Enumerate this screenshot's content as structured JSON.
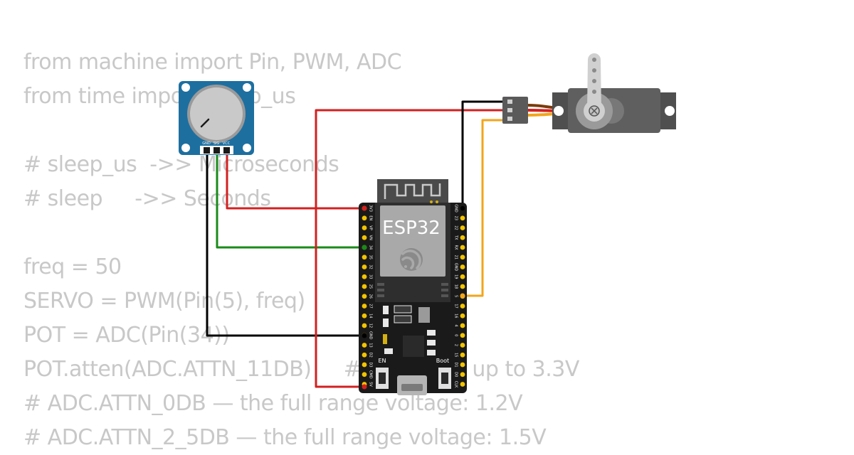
{
  "code_lines": [
    "from machine import Pin, PWM, ADC",
    "from time import sleep_us",
    "",
    "# sleep_us  ->> Microseconds",
    "# sleep     ->> Seconds",
    "",
    "freq = 50",
    "SERVO = PWM(Pin(5), freq)",
    "POT = ADC(Pin(34))",
    "POT.atten(ADC.ATTN_11DB)     # full range up to 3.3V",
    "# ADC.ATTN_0DB — the full range voltage: 1.2V",
    "# ADC.ATTN_2_5DB — the full range voltage: 1.5V"
  ],
  "potentiometer": {
    "pins": [
      "GND",
      "SIG",
      "VCC"
    ]
  },
  "esp32": {
    "label": "ESP32",
    "left_pins": [
      "3V3",
      "EN",
      "VP",
      "VN",
      "34",
      "35",
      "32",
      "33",
      "25",
      "26",
      "27",
      "14",
      "12",
      "GND",
      "13",
      "D2",
      "D3",
      "CMD",
      "5V"
    ],
    "right_pins": [
      "GND",
      "23",
      "22",
      "TX",
      "RX",
      "21",
      "GND",
      "19",
      "18",
      "5",
      "17",
      "16",
      "4",
      "0",
      "2",
      "15",
      "D1",
      "D0",
      "CLK"
    ],
    "button_en": "EN",
    "button_boot": "Boot"
  },
  "colors": {
    "wire_red": "#d32020",
    "wire_black": "#000000",
    "wire_green": "#1a8a1a",
    "wire_orange": "#f2a51a",
    "board_black": "#1a1a1a",
    "pot_blue": "#1d6fa0",
    "servo_gray": "#5f5f5f"
  }
}
